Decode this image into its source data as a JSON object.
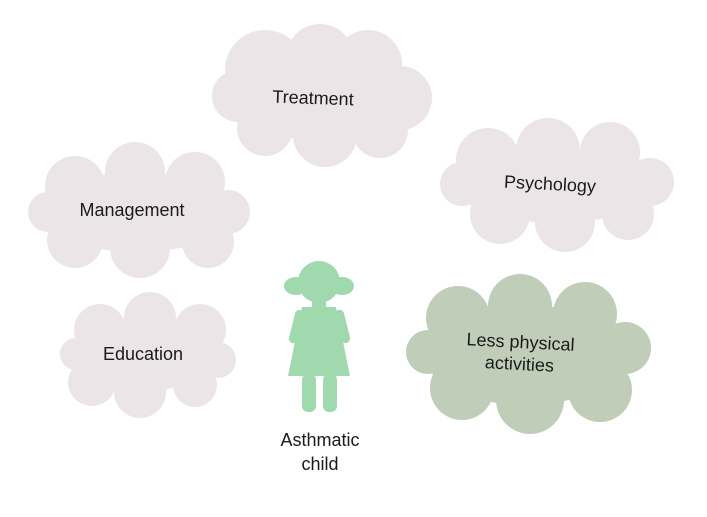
{
  "colors": {
    "cloud_light": "#ebe5e8",
    "cloud_dark": "#bfcdb9",
    "child": "#a1d9ae",
    "text": "#1a1a1a"
  },
  "clouds": {
    "treatment": {
      "label": "Treatment"
    },
    "psychology": {
      "label": "Psychology"
    },
    "management": {
      "label": "Management"
    },
    "education": {
      "label": "Education"
    },
    "less_physical": {
      "line1": "Less physical",
      "line2": "activities"
    }
  },
  "child": {
    "icon": "girl-figure-icon",
    "caption_line1": "Asthmatic",
    "caption_line2": "child"
  }
}
